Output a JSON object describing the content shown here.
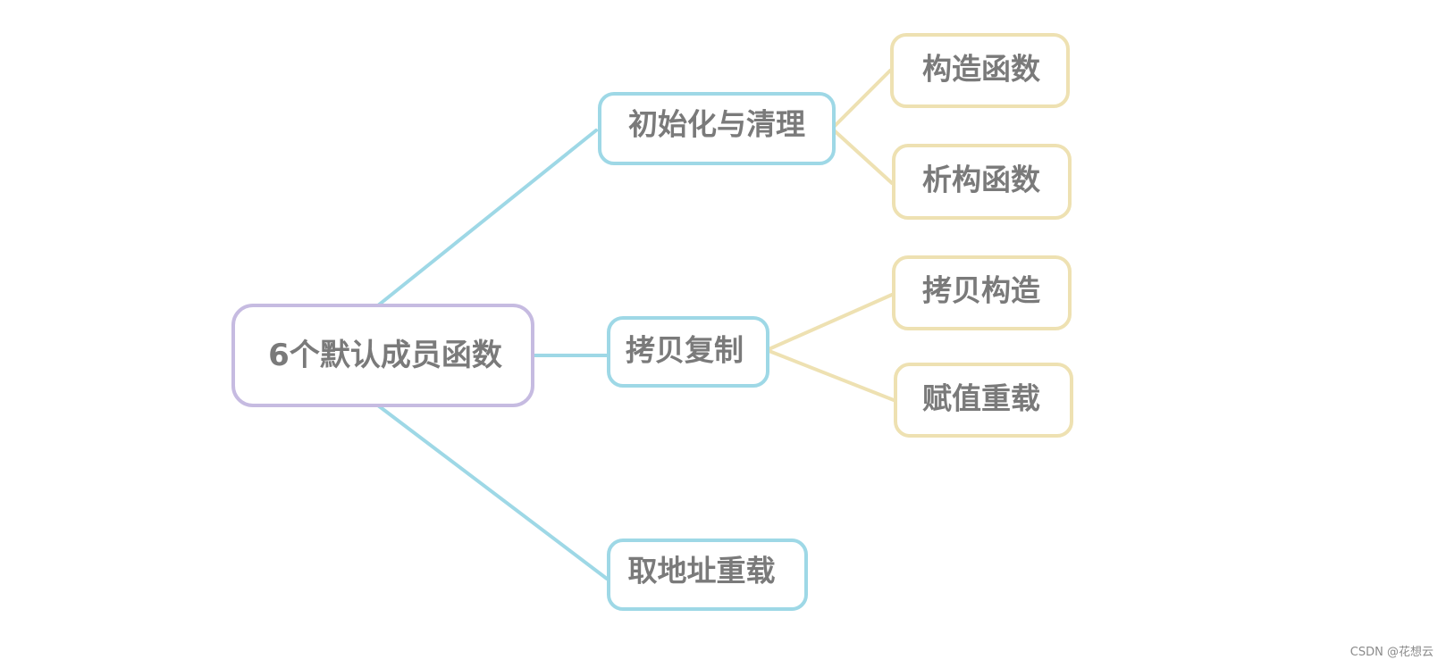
{
  "colors": {
    "root_border": "#c6bbe1",
    "level1_border": "#9ed8e6",
    "level2_border": "#eee1b2",
    "text": "#7a7a7a",
    "edge_level1": "#9ed8e6",
    "edge_level2": "#eee1b2"
  },
  "mindmap": {
    "root": {
      "label": "6个默认成员函数"
    },
    "branches": [
      {
        "label": "初始化与清理",
        "children": [
          {
            "label": "构造函数"
          },
          {
            "label": "析构函数"
          }
        ]
      },
      {
        "label": "拷贝复制",
        "children": [
          {
            "label": "拷贝构造"
          },
          {
            "label": "赋值重载"
          }
        ]
      },
      {
        "label": "取地址重载",
        "children": []
      }
    ]
  },
  "watermark": "CSDN @花想云"
}
